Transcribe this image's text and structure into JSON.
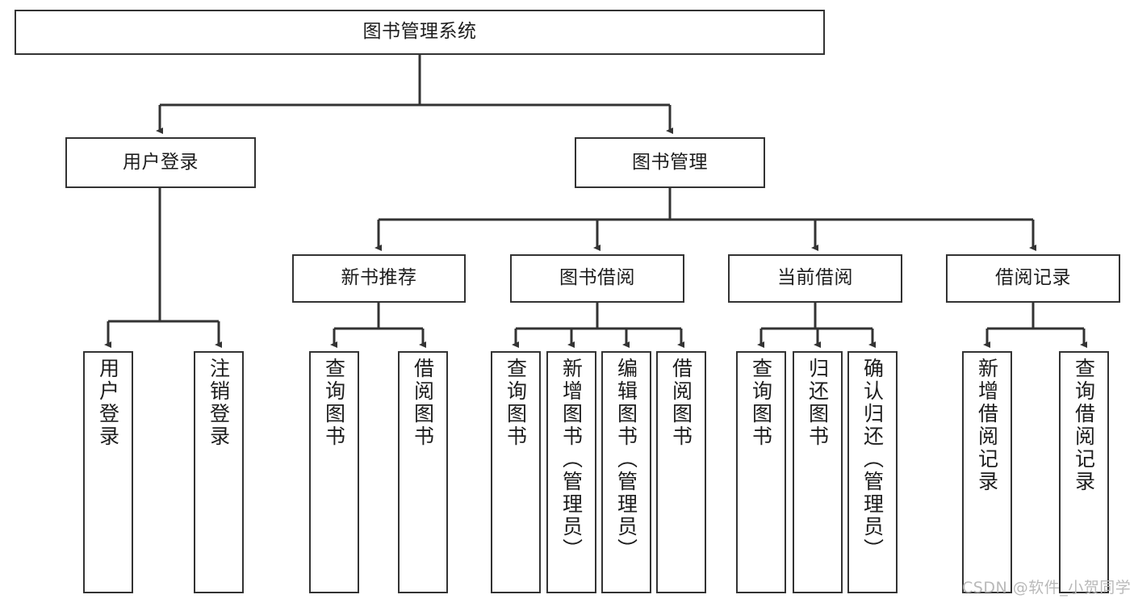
{
  "diagram": {
    "title": "图书管理系统",
    "watermark": "CSDN @软件_小贺同学",
    "style": {
      "box_border_color": "#333333",
      "box_fill_color": "#ffffff",
      "line_color": "#333333",
      "background": "#ffffff"
    },
    "nodes": {
      "root": {
        "label": "图书管理系统"
      },
      "level2": [
        {
          "label": "用户登录"
        },
        {
          "label": "图书管理"
        }
      ],
      "level3": [
        {
          "label": "新书推荐"
        },
        {
          "label": "图书借阅"
        },
        {
          "label": "当前借阅"
        },
        {
          "label": "借阅记录"
        }
      ],
      "leaves_user_login": [
        {
          "label": "用户登录"
        },
        {
          "label": "注销登录"
        }
      ],
      "leaves_new_book": [
        {
          "label": "查询图书"
        },
        {
          "label": "借阅图书"
        }
      ],
      "leaves_borrow": [
        {
          "label": "查询图书"
        },
        {
          "label": "新增图书（管理员）"
        },
        {
          "label": "编辑图书（管理员）"
        },
        {
          "label": "借阅图书"
        }
      ],
      "leaves_current": [
        {
          "label": "查询图书"
        },
        {
          "label": "归还图书"
        },
        {
          "label": "确认归还（管理员）"
        }
      ],
      "leaves_records": [
        {
          "label": "新增借阅记录"
        },
        {
          "label": "查询借阅记录"
        }
      ]
    }
  }
}
